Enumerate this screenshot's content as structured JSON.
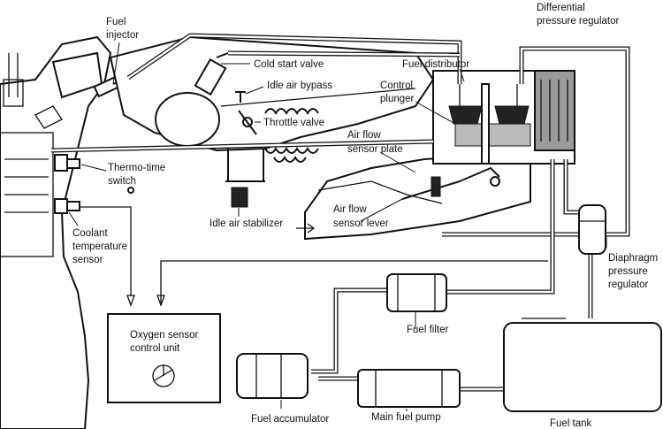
{
  "labels": {
    "fuel_injector": [
      "Fuel",
      "injector"
    ],
    "differential_pressure_regulator": [
      "Differential",
      "pressure regulator"
    ],
    "cold_start_valve": "Cold start valve",
    "fuel_distributor": "Fuel distributor",
    "idle_air_bypass": "Idle air bypass",
    "control_plunger": [
      "Control",
      "plunger"
    ],
    "throttle_valve": "Throttle valve",
    "air_flow_sensor_plate": [
      "Air flow",
      "sensor plate"
    ],
    "thermo_time_switch": [
      "Thermo-time",
      "switch"
    ],
    "idle_air_stabilizer": "Idle air stabilizer",
    "air_flow_sensor_lever": [
      "Air flow",
      "sensor lever"
    ],
    "coolant_temperature_sensor": [
      "Coolant",
      "temperature",
      "sensor"
    ],
    "diaphragm_pressure_regulator": [
      "Diaphragm",
      "pressure",
      "regulator"
    ],
    "oxygen_sensor_control_unit": [
      "Oxygen sensor",
      "control unit"
    ],
    "fuel_filter": "Fuel filter",
    "fuel_accumulator": "Fuel accumulator",
    "main_fuel_pump": "Main fuel pump",
    "fuel_tank": "Fuel tank"
  }
}
